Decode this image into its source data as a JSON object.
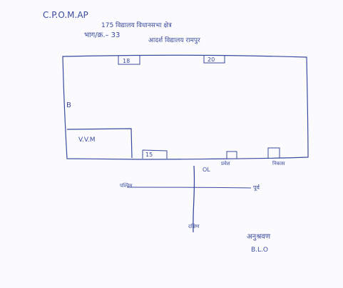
{
  "diagram": {
    "ink_color": "#3a4aa0",
    "header": {
      "code": "C.P.O.M.AP",
      "line1": "175 विद्यालय विधानसभा क्षेत्र",
      "line2": "भाग/क्र.– 33",
      "line3": "आदर्श विद्यालय रामपुर"
    },
    "boxes": {
      "top_door_left": "18",
      "top_door_right": "20",
      "side_mark": "B",
      "inner_room": "V.V.M",
      "bottom_door": "15",
      "bottom_tag_mid": "प्रवेश",
      "bottom_tag_right": "निकास"
    },
    "road": {
      "top_label": "OL",
      "left_label": "पश्चिम",
      "right_label": "पूर्व",
      "bottom_label": "दक्षिण"
    },
    "signature": {
      "name": "अनुश्रवण",
      "title": "B.L.O"
    }
  }
}
